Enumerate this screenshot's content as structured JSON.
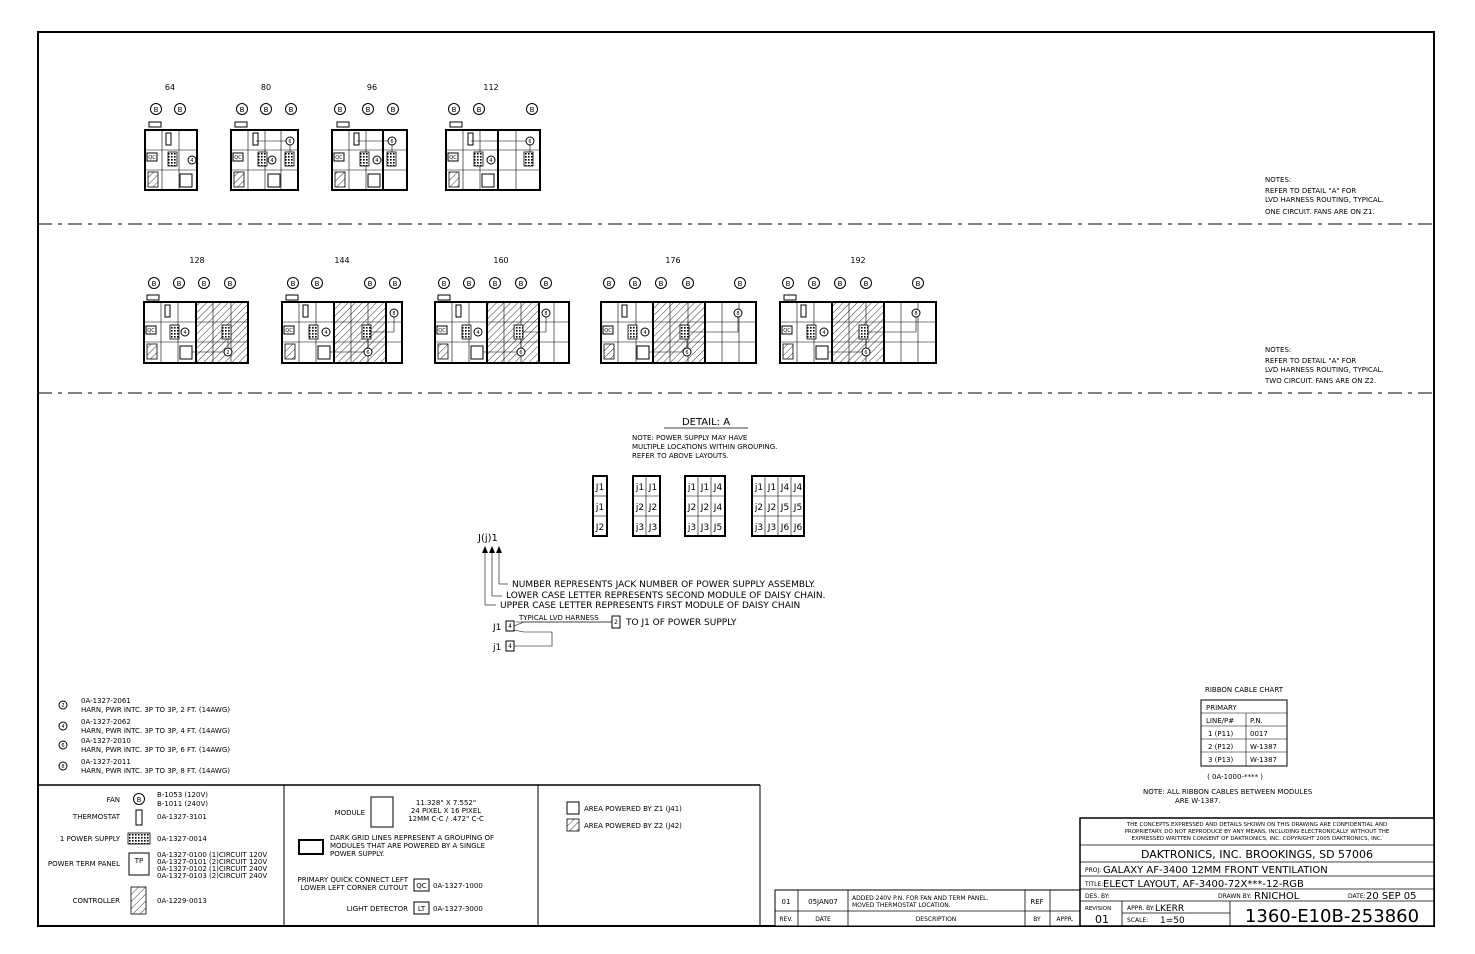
{
  "row1": {
    "layouts": [
      {
        "width": "64",
        "fans": [
          "B",
          "B"
        ]
      },
      {
        "width": "80",
        "fans": [
          "B",
          "B",
          "B"
        ]
      },
      {
        "width": "96",
        "fans": [
          "B",
          "B",
          "B"
        ]
      },
      {
        "width": "112",
        "fans": [
          "B",
          "B",
          "B"
        ]
      }
    ],
    "notes": [
      "NOTES:",
      "REFER TO DETAIL \"A\" FOR",
      "LVD HARNESS ROUTING, TYPICAL.",
      "ONE CIRCUIT. FANS ARE ON Z1."
    ]
  },
  "row2": {
    "layouts": [
      {
        "width": "128",
        "fans": [
          "B",
          "B",
          "B",
          "B"
        ]
      },
      {
        "width": "144",
        "fans": [
          "B",
          "B",
          "B",
          "B"
        ]
      },
      {
        "width": "160",
        "fans": [
          "B",
          "B",
          "B",
          "B",
          "B"
        ]
      },
      {
        "width": "176",
        "fans": [
          "B",
          "B",
          "B",
          "B",
          "B"
        ]
      },
      {
        "width": "192",
        "fans": [
          "B",
          "B",
          "B",
          "B",
          "B"
        ]
      }
    ],
    "notes": [
      "NOTES:",
      "REFER TO DETAIL \"A\" FOR",
      "LVD HARNESS ROUTING, TYPICAL.",
      "TWO CIRCUIT. FANS ARE ON Z2."
    ]
  },
  "box_labels": {
    "lt": "LT",
    "qc": "QC",
    "tp": "TP"
  },
  "harness_nums": [
    "2",
    "4",
    "6",
    "8"
  ],
  "detail": {
    "title": "DETAIL: A",
    "note": [
      "NOTE: POWER SUPPLY MAY HAVE",
      "MULTIPLE LOCATIONS WITHIN GROUPING.",
      "REFER TO ABOVE LAYOUTS."
    ],
    "jack_groups": [
      [
        [
          "J1"
        ],
        [
          "j1"
        ],
        [
          "J2"
        ]
      ],
      [
        [
          "j1",
          "J1"
        ],
        [
          "j2",
          "J2"
        ],
        [
          "j3",
          "J3"
        ]
      ],
      [
        [
          "j1",
          "J1",
          "J4"
        ],
        [
          "J2",
          "J2",
          "J4"
        ],
        [
          "j3",
          "J3",
          "J5"
        ]
      ],
      [
        [
          "j1",
          "J1",
          "J4",
          "J4"
        ],
        [
          "j2",
          "J2",
          "J5",
          "J5"
        ],
        [
          "j3",
          "J3",
          "J6",
          "J6"
        ]
      ]
    ],
    "code": "J(j)1",
    "explain": [
      "NUMBER REPRESENTS JACK NUMBER OF POWER SUPPLY ASSEMBLY.",
      "LOWER CASE LETTER REPRESENTS SECOND MODULE OF DAISY CHAIN.",
      "UPPER CASE LETTER REPRESENTS FIRST MODULE OF DAISY CHAIN"
    ],
    "typical_harness": "TYPICAL LVD HARNESS",
    "to_j1": "TO J1 OF POWER SUPPLY",
    "j1_upper": "J1",
    "j1_lower": "j1"
  },
  "harnesses": [
    {
      "num": "2",
      "pn": "0A-1327-2061",
      "desc": "HARN, PWR INTC. 3P TO 3P, 2 FT. (14AWG)"
    },
    {
      "num": "4",
      "pn": "0A-1327-2062",
      "desc": "HARN, PWR INTC. 3P TO 3P, 4 FT. (14AWG)"
    },
    {
      "num": "6",
      "pn": "0A-1327-2010",
      "desc": "HARN, PWR INTC. 3P TO 3P, 6 FT. (14AWG)"
    },
    {
      "num": "8",
      "pn": "0A-1327-2011",
      "desc": "HARN, PWR INTC. 3P TO 3P, 8 FT. (14AWG)"
    }
  ],
  "legend": {
    "fan_label": "FAN",
    "fan_pn": [
      "B-1053 (120V)",
      "B-1011 (240V)"
    ],
    "thermostat_label": "THERMOSTAT",
    "thermostat_pn": "0A-1327-3101",
    "power_supply_label": "1 POWER SUPPLY",
    "power_supply_pn": "0A-1327-0014",
    "term_panel_label": "POWER TERM PANEL",
    "term_panel_pn": [
      "0A-1327-0100 (1)CIRCUIT 120V",
      "0A-1327-0101 (2)CIRCUIT 120V",
      "0A-1327-0102 (1)CIRCUIT 240V",
      "0A-1327-0103 (2)CIRCUIT 240V"
    ],
    "controller_label": "CONTROLLER",
    "controller_pn": "0A-1229-0013",
    "module_label": "MODULE",
    "module_spec": [
      "11.328\" X 7.552\"",
      "24 PIXEL X 16 PIXEL",
      "12MM C-C / .472\" C-C"
    ],
    "grid_note": [
      "DARK GRID LINES REPRESENT A GROUPING OF",
      "MODULES THAT ARE POWERED BY A SINGLE",
      "POWER SUPPLY."
    ],
    "qc_label": [
      "PRIMARY QUICK CONNECT LEFT",
      "LOWER LEFT CORNER CUTOUT"
    ],
    "qc_pn": "0A-1327-1000",
    "ld_label": "LIGHT DETECTOR",
    "ld_pn": "0A-1327-3000",
    "area_z1": "AREA POWERED BY Z1 (J41)",
    "area_z2": "AREA POWERED BY Z2 (J42)"
  },
  "revision": {
    "rev": "01",
    "date": "05JAN07",
    "desc": [
      "ADDED 240V P.N. FOR FAN AND TERM PANEL.",
      "MOVED THERMOSTAT LOCATION."
    ],
    "ref": "REF",
    "headers": [
      "REV.",
      "DATE",
      "DESCRIPTION",
      "BY",
      "APPR."
    ]
  },
  "ribbon": {
    "title": "RIBBON CABLE CHART",
    "subhead": "PRIMARY",
    "cols": [
      "LINE/P#",
      "P.N."
    ],
    "rows": [
      [
        "1 (P11)",
        "0017"
      ],
      [
        "2 (P12)",
        "W-1387"
      ],
      [
        "3 (P13)",
        "W-1387"
      ]
    ],
    "pn": "( 0A-1000-**** )",
    "note": [
      "NOTE: ALL RIBBON CABLES BETWEEN MODULES",
      "ARE W-1387."
    ]
  },
  "title_block": {
    "conf": [
      "THE CONCEPTS EXPRESSED AND DETAILS SHOWN ON THIS DRAWING ARE CONFIDENTIAL AND",
      "PROPRIETARY. DO NOT REPRODUCE BY ANY MEANS, INCLUDING ELECTRONICALLY WITHOUT THE",
      "EXPRESSED WRITTEN CONSENT OF DAKTRONICS, INC.          COPYRIGHT 2005 DAKTRONICS, INC."
    ],
    "company": "DAKTRONICS, INC.   BROOKINGS, SD 57006",
    "proj_label": "PROJ:",
    "proj": "GALAXY AF-3400 12MM FRONT VENTILATION",
    "title_label": "TITLE:",
    "title": "ELECT LAYOUT, AF-3400-72X***-12-RGB",
    "des_label": "DES. BY:",
    "drawn_label": "DRAWN BY:",
    "drawn": "RNICHOL",
    "date_label": "DATE:",
    "date": "20 SEP 05",
    "revision_label": "REVISION",
    "revision": "01",
    "appr_label": "APPR. BY:",
    "appr": "LKERR",
    "scale_label": "SCALE:",
    "scale": "1=50",
    "dwg_no": "1360-E10B-253860"
  }
}
